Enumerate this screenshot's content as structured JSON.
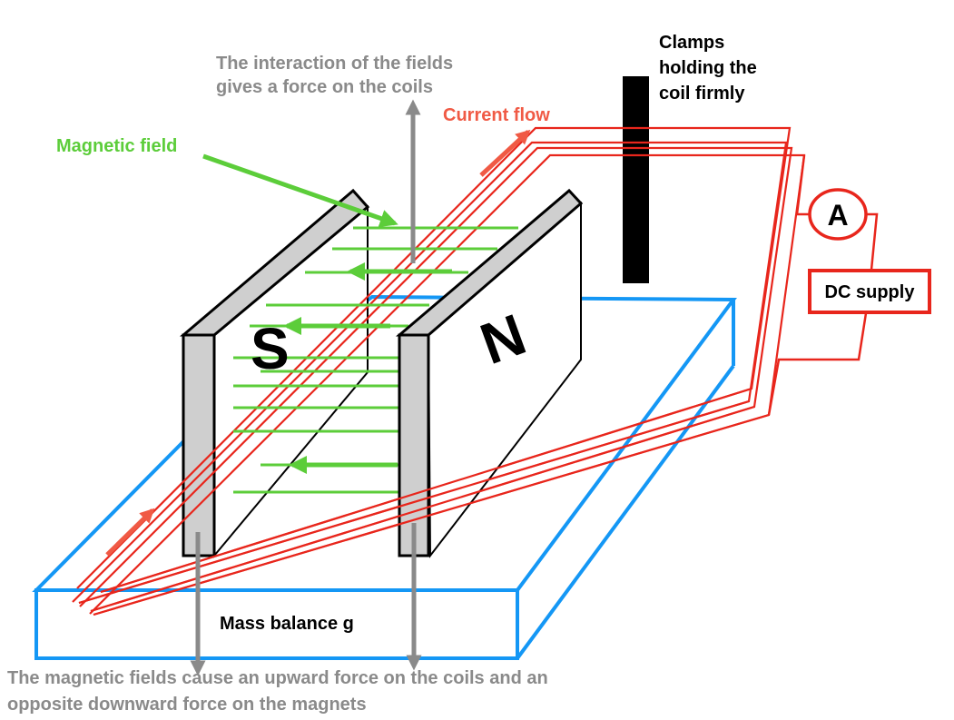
{
  "diagram": {
    "title": "Current balance: force on a current-carrying coil in a magnetic field",
    "labels": {
      "interaction_line1": "The interaction of the fields",
      "interaction_line2": "gives a force on the coils",
      "current_flow": "Current flow",
      "magnetic_field": "Magnetic field",
      "clamps_line1": "Clamps",
      "clamps_line2": "holding the",
      "clamps_line3": "coil firmly",
      "ammeter": "A",
      "dc_supply": "DC supply",
      "south_pole": "S",
      "north_pole": "N",
      "mass_balance": "Mass balance g",
      "bottom_line1": "The magnetic fields cause an upward force on the coils and an",
      "bottom_line2": "opposite downward force on the magnets"
    },
    "colors": {
      "coil": "#e8261c",
      "current_arrow": "#f05a45",
      "field": "#5ccd3a",
      "force_arrow": "#8a8a8a",
      "balance": "#1497f5",
      "magnet_edge": "#cfcfcf",
      "clamp": "#000000",
      "text_dark": "#000000"
    },
    "components": [
      {
        "name": "South magnet",
        "pole": "S"
      },
      {
        "name": "North magnet",
        "pole": "N"
      },
      {
        "name": "Coil (4 turns)",
        "turns": 4
      },
      {
        "name": "Ammeter",
        "symbol": "A"
      },
      {
        "name": "DC supply"
      },
      {
        "name": "Clamp"
      },
      {
        "name": "Mass balance"
      }
    ]
  }
}
